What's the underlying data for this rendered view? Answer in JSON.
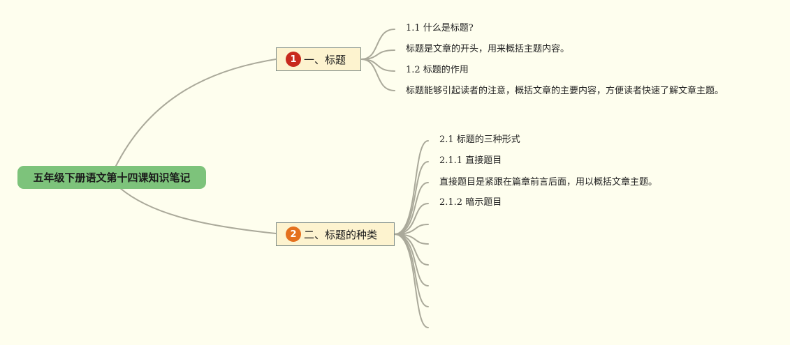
{
  "root": {
    "title": "五年级下册语文第十四课知识笔记"
  },
  "branches": [
    {
      "badge": "1",
      "title": "一、标题",
      "leaves": [
        "1.1 什么是标题?",
        "标题是文章的开头，用来概括主题内容。",
        "1.2 标题的作用",
        "标题能够引起读者的注意，概括文章的主要内容，方便读者快速了解文章主题。"
      ]
    },
    {
      "badge": "2",
      "title": "二、标题的种类",
      "leaves": [
        "2.1 标题的三种形式",
        "2.1.1 直接题目",
        "直接题目是紧跟在篇章前言后面，用以概括文章主题。",
        "2.1.2 暗示题目"
      ]
    }
  ],
  "colors": {
    "background": "#fefeee",
    "root": "#7dc37b",
    "branch_fill": "#fdf3cf",
    "branch_border": "#7f8d88",
    "connector": "#aaa99a",
    "badge_1": "#c8291c",
    "badge_2": "#e4701e"
  }
}
